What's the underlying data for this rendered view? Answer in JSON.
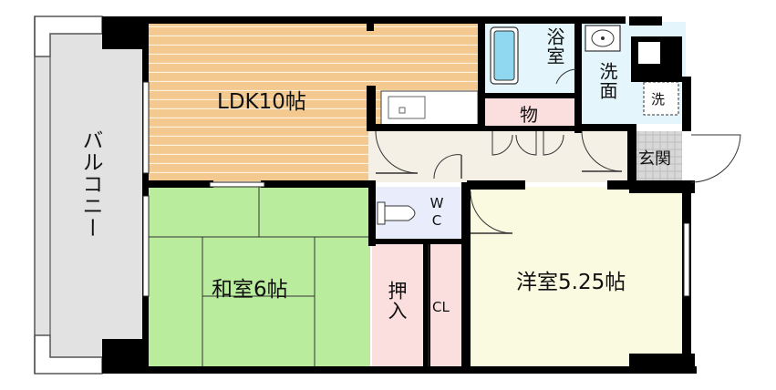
{
  "rooms": {
    "ldk": "LDK10帖",
    "washitsu": "和室6帖",
    "youshitsu": "洋室5.25帖",
    "balcony": "バルコニー",
    "bath": "浴室",
    "washroom": "洗面",
    "washer": "洗",
    "storage": "物",
    "entrance": "玄関",
    "toilet": "WC",
    "oshiire": "押入",
    "closet": "CL"
  },
  "colors": {
    "ldk_floor": "#f4c98f",
    "washitsu": "#b9ec9c",
    "youshitsu": "#fafae0",
    "wet_area": "#e4f6fb",
    "storage": "#fbdede",
    "balcony": "#e2e2e2",
    "hall": "#f4f0e6",
    "toilet": "#e8ecfb",
    "entrance": "#d8d8d8",
    "wall": "#000000"
  }
}
